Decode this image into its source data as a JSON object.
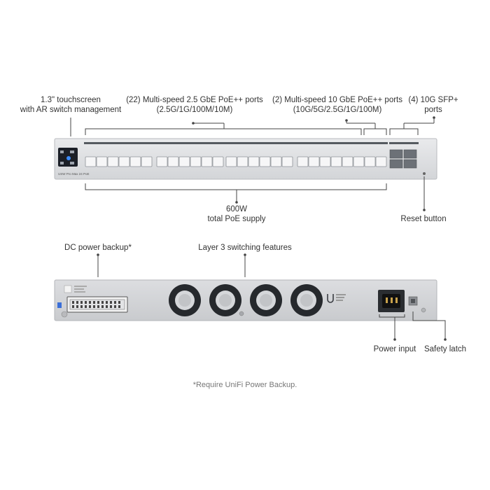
{
  "front_labels": {
    "touchscreen": [
      "1.3\" touchscreen",
      "with AR switch management"
    ],
    "ports_25g": [
      "(22) Multi-speed 2.5 GbE PoE++ ports",
      "(2.5G/1G/100M/10M)"
    ],
    "ports_10g": [
      "(2) Multi-speed 10 GbE PoE++ ports",
      "(10G/5G/2.5G/1G/100M)"
    ],
    "sfp": [
      "(4) 10G SFP+",
      "ports"
    ],
    "poe_supply": [
      "600W",
      "total PoE supply"
    ],
    "reset": "Reset button"
  },
  "rear_labels": {
    "dc_backup": "DC power backup*",
    "layer3": "Layer 3 switching features",
    "power_input": "Power input",
    "safety_latch": "Safety latch"
  },
  "device_model_text": "USW Pro Max 24 PoE",
  "footnote": "*Require UniFi Power Backup."
}
